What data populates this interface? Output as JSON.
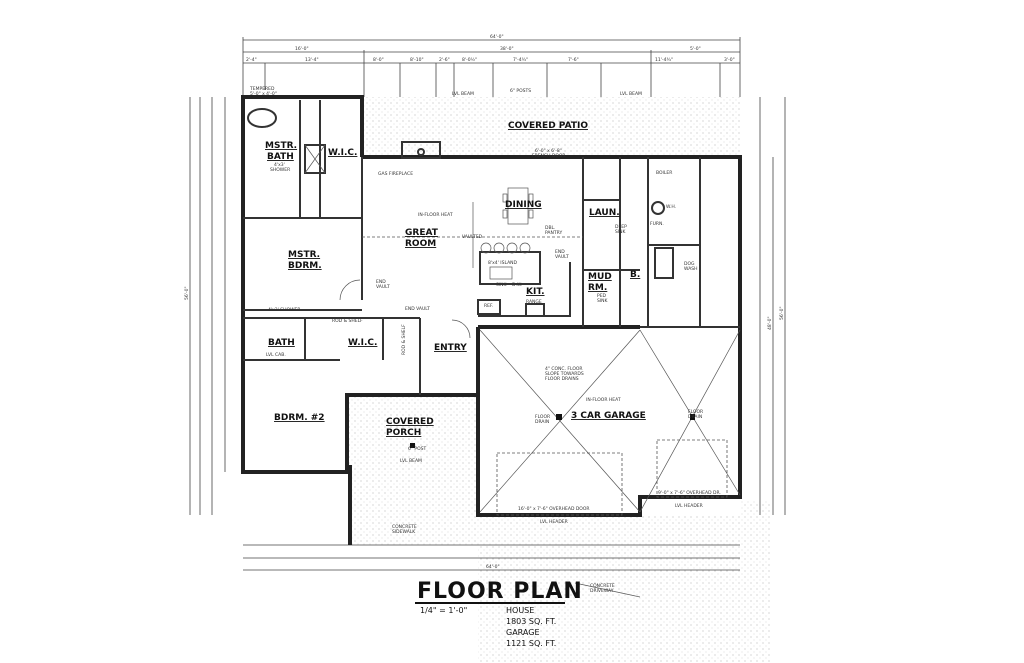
{
  "top_dims": {
    "overall": "64'-0\"",
    "row2": [
      "16'-0\"",
      "38'-0\"",
      "5'-0\""
    ],
    "row3": [
      "2'-4\"",
      "13'-4\"",
      "8'-0\"",
      "8'-10\"",
      "2'-6\"",
      "8'-0½\"",
      "7'-4¾\"",
      "7'-6\"",
      "11'-4¾\"",
      "3'-0\""
    ]
  },
  "side_dims": {
    "left": "56'-0\"",
    "right_outer": "56'-0\"",
    "right_inner": "48'-0\"",
    "bottom": "64'-0\""
  },
  "rooms": {
    "mstr_bath": [
      "MSTR.",
      "BATH"
    ],
    "mstr_wic": "W.I.C.",
    "covered_patio": "COVERED PATIO",
    "great_room": [
      "GREAT",
      "ROOM"
    ],
    "dining": "DINING",
    "laundry": "LAUN.",
    "mstr_bdrm": [
      "MSTR.",
      "BDRM."
    ],
    "kitchen": "KIT.",
    "mud_room": [
      "MUD",
      "RM."
    ],
    "half_bath": "B.",
    "bath": "BATH",
    "wic": "W.I.C.",
    "entry": "ENTRY",
    "bdrm2": "BDRM. #2",
    "covered_porch": [
      "COVERED",
      "PORCH"
    ],
    "garage": "3 CAR GARAGE"
  },
  "notes": {
    "tempered": [
      "TEMPERED",
      "5'-0\" x 4'-0\""
    ],
    "lvl_beam": "LVL BEAM",
    "posts": "6\" POSTS",
    "gas_fireplace": "GAS FIREPLACE",
    "in_floor_heat": "IN-FLOOR HEAT",
    "vaulted": "VAULTED",
    "dbl_pantry": [
      "DBL.",
      "PANTRY"
    ],
    "end_vault": [
      "END",
      "VAULT"
    ],
    "end_vault_hall": "END VAULT",
    "island": "8'x4' ISLAND",
    "sink": "SINK",
    "dw": "D.W.",
    "ref": "REF.",
    "range": "RANGE",
    "shower": [
      "4'x3'",
      "SHOWER"
    ],
    "shower2": "4'x3' SHOWER",
    "rod_shelf": "ROD & SHELF",
    "boiler": "BOILER",
    "wh": "W.H.",
    "furn": "FURN.",
    "deep_sink": [
      "DEEP",
      "SINK"
    ],
    "dog_wash": [
      "DOG",
      "WASH"
    ],
    "ped_sink": [
      "PED",
      "SINK"
    ],
    "french_door": [
      "6'-0\" x 6'-8\"",
      "FRENCH DOOR"
    ],
    "garage_floor": [
      "4\" CONC. FLOOR",
      "SLOPE TOWARDS",
      "FLOOR DRAINS"
    ],
    "floor_drain": [
      "FLOOR",
      "DRAIN"
    ],
    "overhead_door": "16'-0\" x 7'-6\" OVERHEAD DOOR",
    "overhead_dr_small": "9'-0\" x 7'-6\" OVERHEAD DR.",
    "lvl_header": "LVL HEADER",
    "post": "6\" POST",
    "sidewalk": [
      "CONCRETE",
      "SIDEWALK"
    ],
    "driveway": [
      "CONCRETE",
      "DRIVEWAY"
    ],
    "lvl_cab": "LVL CAB."
  },
  "title_block": {
    "title": "FLOOR PLAN",
    "scale": "1/4\" = 1'-0\"",
    "house_label": "HOUSE",
    "house_area": "1803 SQ. FT.",
    "garage_label": "GARAGE",
    "garage_area": "1121 SQ. FT."
  }
}
